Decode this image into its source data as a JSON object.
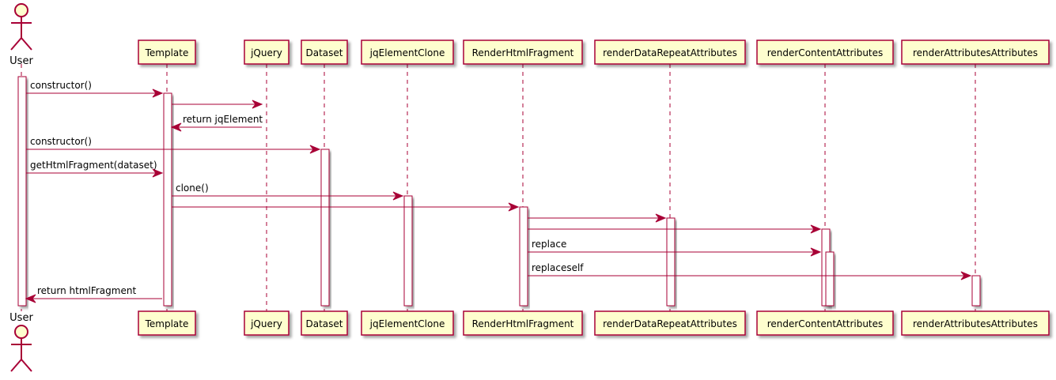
{
  "colors": {
    "line": "#A80036",
    "box_fill": "#FEFECE",
    "text": "#000000"
  },
  "diagram": {
    "type": "sequence",
    "actor": {
      "id": "user",
      "label": "User"
    },
    "participants": [
      {
        "id": "template",
        "label": "Template"
      },
      {
        "id": "jquery",
        "label": "jQuery"
      },
      {
        "id": "dataset",
        "label": "Dataset"
      },
      {
        "id": "jqclone",
        "label": "jqElementClone"
      },
      {
        "id": "render",
        "label": "RenderHtmlFragment"
      },
      {
        "id": "repeat",
        "label": "renderDataRepeatAttributes"
      },
      {
        "id": "content",
        "label": "renderContentAttributes"
      },
      {
        "id": "attrs",
        "label": "renderAttributesAttributes"
      }
    ],
    "messages": [
      {
        "from": "user",
        "to": "template",
        "label": "constructor()"
      },
      {
        "from": "template",
        "to": "jquery",
        "label": ""
      },
      {
        "from": "jquery",
        "to": "template",
        "label": "return jqElement"
      },
      {
        "from": "user",
        "to": "dataset",
        "label": "constructor()"
      },
      {
        "from": "user",
        "to": "template",
        "label": "getHtmlFragment(dataset)"
      },
      {
        "from": "template",
        "to": "jqclone",
        "label": "clone()"
      },
      {
        "from": "template",
        "to": "render",
        "label": ""
      },
      {
        "from": "render",
        "to": "repeat",
        "label": ""
      },
      {
        "from": "render",
        "to": "content",
        "label": ""
      },
      {
        "from": "render",
        "to": "content",
        "label": "replace"
      },
      {
        "from": "render",
        "to": "attrs",
        "label": "replaceself"
      },
      {
        "from": "template",
        "to": "user",
        "label": "return htmlFragment"
      }
    ]
  }
}
